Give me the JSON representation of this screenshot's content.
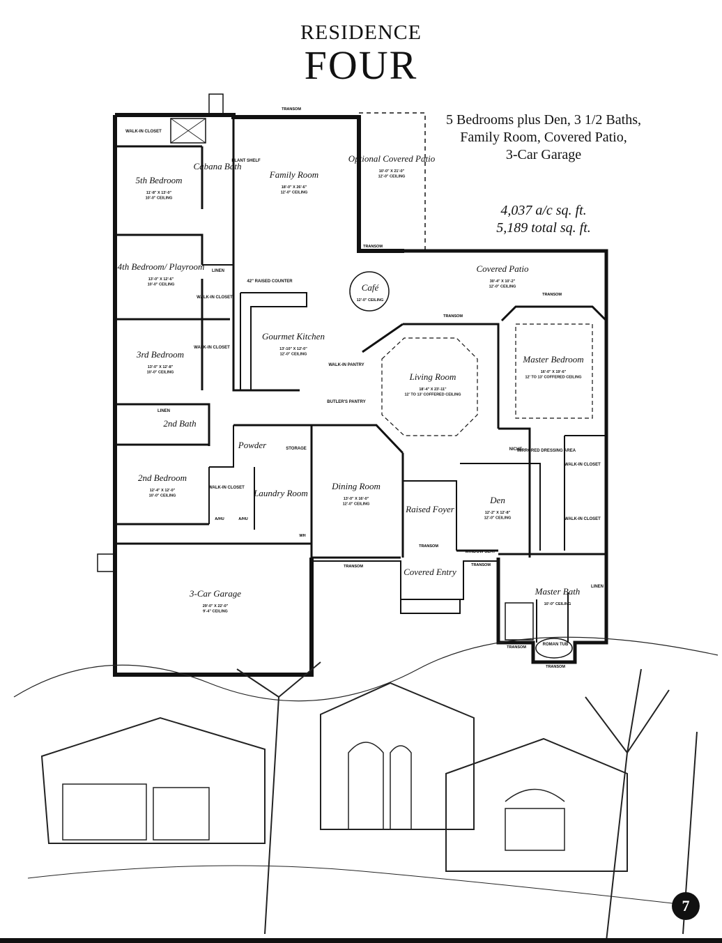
{
  "title": {
    "line1": "RESIDENCE",
    "line2": "FOUR"
  },
  "summary": {
    "line1": "5 Bedrooms plus Den, 3 1/2 Baths,",
    "line2": "Family Room, Covered Patio,",
    "line3": "3-Car Garage"
  },
  "area": {
    "ac": "4,037 a/c sq. ft.",
    "total": "5,189 total sq. ft."
  },
  "rooms": [
    {
      "key": "walk-in-closet-top",
      "name": "WALK-IN CLOSET",
      "dims": "",
      "ceiling": ""
    },
    {
      "key": "cabana-bath",
      "name": "Cabana Bath",
      "dims": "",
      "ceiling": ""
    },
    {
      "key": "plant-shelf",
      "name": "PLANT SHELF",
      "dims": "",
      "ceiling": ""
    },
    {
      "key": "family-room",
      "name": "Family Room",
      "dims": "18'-0\" X 26'-6\"",
      "ceiling": "12'-0\" CEILING"
    },
    {
      "key": "optional-covered-patio",
      "name": "Optional Covered Patio",
      "dims": "10'-0\" X 21'-0\"",
      "ceiling": "12'-0\" CEILING"
    },
    {
      "key": "5th-bedroom",
      "name": "5th Bedroom",
      "dims": "11'-8\" X 13'-0\"",
      "ceiling": "10'-0\" CEILING"
    },
    {
      "key": "4th-bedroom",
      "name": "4th Bedroom/ Playroom",
      "dims": "13'-0\" X 12'-6\"",
      "ceiling": "10'-0\" CEILING"
    },
    {
      "key": "linen-1",
      "name": "LINEN",
      "dims": "",
      "ceiling": ""
    },
    {
      "key": "raised-counter",
      "name": "42\" RAISED COUNTER",
      "dims": "",
      "ceiling": ""
    },
    {
      "key": "cafe",
      "name": "Café",
      "dims": "",
      "ceiling": "12'-0\" CEILING"
    },
    {
      "key": "covered-patio",
      "name": "Covered Patio",
      "dims": "30'-4\" X 10'-2\"",
      "ceiling": "12'-0\" CEILING"
    },
    {
      "key": "walk-in-closet-4",
      "name": "WALK-IN CLOSET",
      "dims": "",
      "ceiling": ""
    },
    {
      "key": "walk-in-closet-3",
      "name": "WALK-IN CLOSET",
      "dims": "",
      "ceiling": ""
    },
    {
      "key": "gourmet-kitchen",
      "name": "Gourmet Kitchen",
      "dims": "13'-10\" X 12'-0\"",
      "ceiling": "12'-0\" CEILING"
    },
    {
      "key": "3rd-bedroom",
      "name": "3rd Bedroom",
      "dims": "13'-0\" X 12'-8\"",
      "ceiling": "10'-0\" CEILING"
    },
    {
      "key": "walk-in-pantry",
      "name": "WALK-IN PANTRY",
      "dims": "",
      "ceiling": ""
    },
    {
      "key": "butlers-pantry",
      "name": "BUTLER'S PANTRY",
      "dims": "",
      "ceiling": ""
    },
    {
      "key": "living-room",
      "name": "Living Room",
      "dims": "18'-4\" X 23'-11\"",
      "ceiling": "12' TO 13' COFFERED CEILING"
    },
    {
      "key": "master-bedroom",
      "name": "Master Bedroom",
      "dims": "16'-0\" X 19'-6\"",
      "ceiling": "12' TO 13' COFFERED CEILING"
    },
    {
      "key": "linen-2",
      "name": "LINEN",
      "dims": "",
      "ceiling": ""
    },
    {
      "key": "2nd-bath",
      "name": "2nd Bath",
      "dims": "",
      "ceiling": ""
    },
    {
      "key": "powder",
      "name": "Powder",
      "dims": "",
      "ceiling": ""
    },
    {
      "key": "storage",
      "name": "STORAGE",
      "dims": "",
      "ceiling": ""
    },
    {
      "key": "niche",
      "name": "NICHE",
      "dims": "",
      "ceiling": ""
    },
    {
      "key": "mirrored-dressing",
      "name": "MIRRORED DRESSING AREA",
      "dims": "",
      "ceiling": ""
    },
    {
      "key": "walk-in-closet-m1",
      "name": "WALK-IN CLOSET",
      "dims": "",
      "ceiling": ""
    },
    {
      "key": "2nd-bedroom",
      "name": "2nd Bedroom",
      "dims": "12'-4\" X 12'-0\"",
      "ceiling": "10'-0\" CEILING"
    },
    {
      "key": "walk-in-closet-2",
      "name": "WALK-IN CLOSET",
      "dims": "",
      "ceiling": ""
    },
    {
      "key": "laundry-room",
      "name": "Laundry Room",
      "dims": "",
      "ceiling": ""
    },
    {
      "key": "dining-room",
      "name": "Dining Room",
      "dims": "13'-0\" X 16'-0\"",
      "ceiling": "12'-0\" CEILING"
    },
    {
      "key": "raised-foyer",
      "name": "Raised Foyer",
      "dims": "",
      "ceiling": ""
    },
    {
      "key": "den",
      "name": "Den",
      "dims": "12'-2\" X 12'-8\"",
      "ceiling": "12'-0\" CEILING"
    },
    {
      "key": "walk-in-closet-m2",
      "name": "WALK-IN CLOSET",
      "dims": "",
      "ceiling": ""
    },
    {
      "key": "window-seat",
      "name": "WINDOW SEAT",
      "dims": "",
      "ceiling": ""
    },
    {
      "key": "covered-entry",
      "name": "Covered Entry",
      "dims": "",
      "ceiling": ""
    },
    {
      "key": "3-car-garage",
      "name": "3-Car Garage",
      "dims": "29'-0\" X 22'-0\"",
      "ceiling": "9'-4\" CEILING"
    },
    {
      "key": "linen-3",
      "name": "LINEN",
      "dims": "",
      "ceiling": ""
    },
    {
      "key": "master-bath",
      "name": "Master Bath",
      "dims": "",
      "ceiling": "10'-0\" CEILING"
    },
    {
      "key": "roman-tub",
      "name": "ROMAN TUB",
      "dims": "",
      "ceiling": ""
    }
  ],
  "labels": {
    "transom": "TRANSOM",
    "ahu": "A/HU",
    "wh": "WH"
  },
  "page_number": "7"
}
